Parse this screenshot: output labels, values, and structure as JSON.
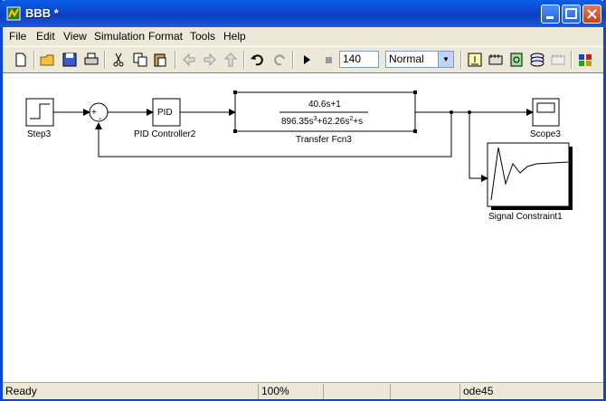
{
  "window": {
    "title": "BBB *"
  },
  "menu": [
    "File",
    "Edit",
    "View",
    "Simulation",
    "Format",
    "Tools",
    "Help"
  ],
  "toolbar": {
    "stop_time": "140",
    "sim_mode": "Normal",
    "icons": [
      "new-model-icon",
      "open-icon",
      "save-icon",
      "print-icon",
      "cut-icon",
      "copy-icon",
      "paste-icon",
      "back-icon",
      "forward-icon",
      "up-icon",
      "undo-icon",
      "redo-icon",
      "start-simulation-icon",
      "stop-simulation-icon",
      "build-icon",
      "incremental-build-icon",
      "update-diagram-icon",
      "model-explorer-icon",
      "debug-icon",
      "library-browser-icon"
    ]
  },
  "blocks": {
    "step": "Step3",
    "pid_text": "PID",
    "pid_name": "PID Controller2",
    "tf_num": "40.6s+1",
    "tf_den_a": "896.35s",
    "tf_den_exp1": "3",
    "tf_den_b": "+62.26s",
    "tf_den_exp2": "2",
    "tf_den_c": "+s",
    "tf_name": "Transfer Fcn3",
    "scope": "Scope3",
    "constraint": "Signal Constraint1",
    "sum_plus": "+",
    "sum_minus": "-"
  },
  "status": {
    "ready": "Ready",
    "zoom": "100%",
    "solver": "ode45"
  },
  "colors": {
    "titlebar": "#0a47d6",
    "canvas": "#ffffff"
  }
}
